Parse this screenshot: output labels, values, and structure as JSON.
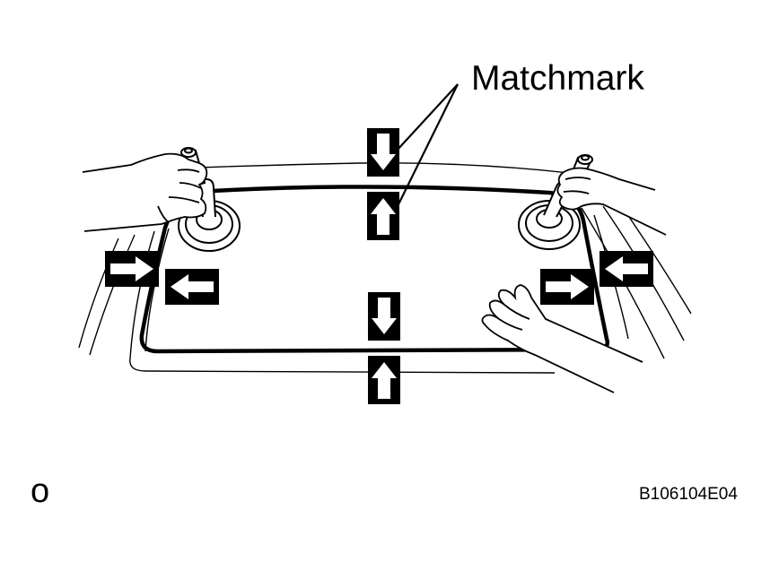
{
  "diagram": {
    "callout_label": "Matchmark",
    "corner_label": "o",
    "figure_id": "B106104E04",
    "icons": [
      "down-arrow-icon",
      "up-arrow-icon",
      "right-arrow-icon",
      "left-arrow-icon",
      "suction-cup-icon",
      "hand-icon"
    ],
    "colors": {
      "ink": "#000000",
      "paper": "#ffffff"
    }
  }
}
